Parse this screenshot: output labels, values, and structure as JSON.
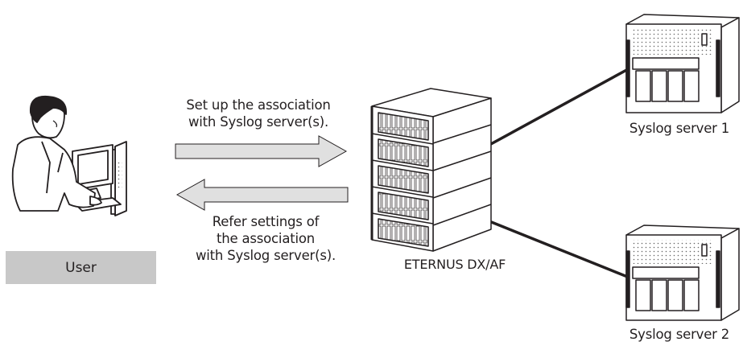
{
  "user": {
    "label": "User"
  },
  "arrows": {
    "setup_line1": "Set up the association",
    "setup_line2": "with Syslog server(s).",
    "refer_line1": "Refer settings of",
    "refer_line2": "the association",
    "refer_line3": "with Syslog server(s)."
  },
  "storage": {
    "label": "ETERNUS DX/AF"
  },
  "servers": [
    {
      "label": "Syslog server 1"
    },
    {
      "label": "Syslog server 2"
    }
  ],
  "colors": {
    "arrow_fill": "#e0e0e0",
    "user_box": "#c8c8c8",
    "line": "#231f20"
  }
}
